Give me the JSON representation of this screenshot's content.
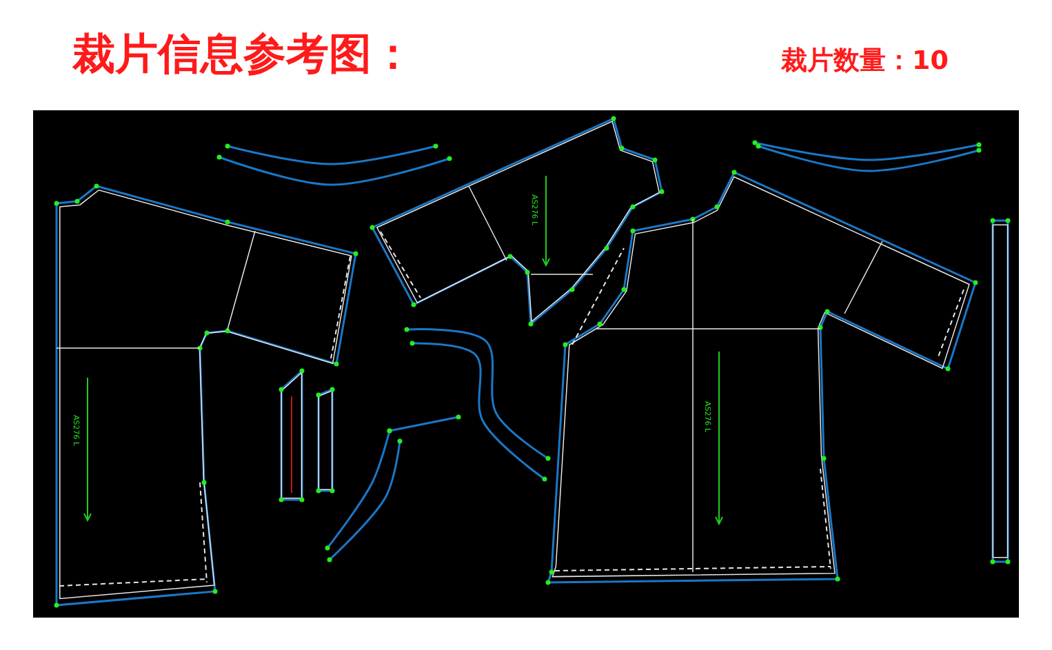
{
  "diagram": {
    "title": "裁片信息参考图：",
    "labels": [
      "裁片数量：10",
      "AS276 L",
      "AS276 L",
      "AS276 L"
    ]
  }
}
